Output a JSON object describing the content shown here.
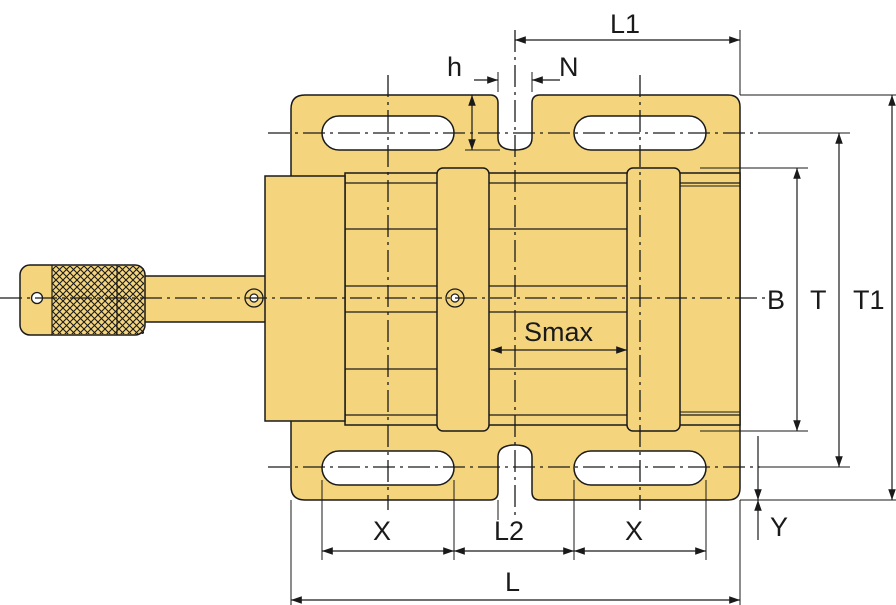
{
  "colors": {
    "body": "#F4D57E",
    "outline": "#1a1a1a",
    "background": "#ffffff"
  },
  "dimensions": {
    "L1": "L1",
    "h": "h",
    "N": "N",
    "B": "B",
    "T": "T",
    "T1": "T1",
    "Smax": "Smax",
    "X_left": "X",
    "L2": "L2",
    "X_right": "X",
    "Y": "Y",
    "L": "L"
  }
}
